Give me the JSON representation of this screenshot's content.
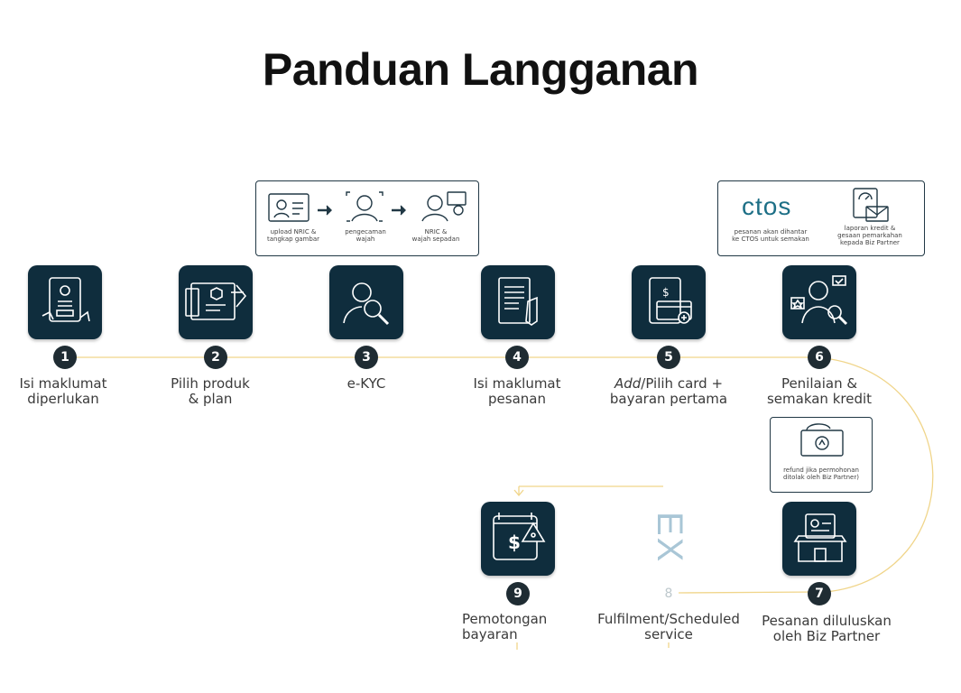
{
  "title": "Panduan Langganan",
  "steps": [
    {
      "num": "1",
      "label_line1": "Isi maklumat",
      "label_line2": "diperlukan"
    },
    {
      "num": "2",
      "label_line1": "Pilih produk",
      "label_line2": "& plan"
    },
    {
      "num": "3",
      "label_line1": "e-KYC",
      "label_line2": ""
    },
    {
      "num": "4",
      "label_line1": "Isi maklumat",
      "label_line2": "pesanan"
    },
    {
      "num": "5",
      "label_line1_em": "Add",
      "label_line1_rest": "/Pilih card +",
      "label_line2": "bayaran pertama"
    },
    {
      "num": "6",
      "label_line1": "Penilaian &",
      "label_line2": "semakan kredit"
    },
    {
      "num": "7",
      "label_line1": "Pesanan diluluskan",
      "label_line2": "oleh Biz Partner"
    },
    {
      "num": "8",
      "label_line1": "Fulfilment/Scheduled",
      "label_line2": "service"
    },
    {
      "num": "9",
      "label_line1": "Pemotongan",
      "label_line2": "bayaran"
    }
  ],
  "ekyc_box": {
    "cap1_l1": "upload NRIC &",
    "cap1_l2": "tangkap gambar",
    "cap2_l1": "pengecaman",
    "cap2_l2": "wajah",
    "cap3_l1": "NRIC &",
    "cap3_l2": "wajah sepadan"
  },
  "ctos_box": {
    "logo": "ctos",
    "cap1_l1": "pesanan akan dihantar",
    "cap1_l2": "ke CTOS untuk semakan",
    "cap2_l1": "laporan kredit &",
    "cap2_l2": "gesaan pemarkahan",
    "cap2_l3": "kepada Biz Partner"
  },
  "refund_box": {
    "cap_l1": "refund jika permohonan",
    "cap_l2": "ditolak oleh Biz Partner)"
  },
  "ex_mark": "EX",
  "colors": {
    "tile": "#0f2d3d",
    "line": "#f0d58a",
    "ctos": "#1d6f86"
  }
}
